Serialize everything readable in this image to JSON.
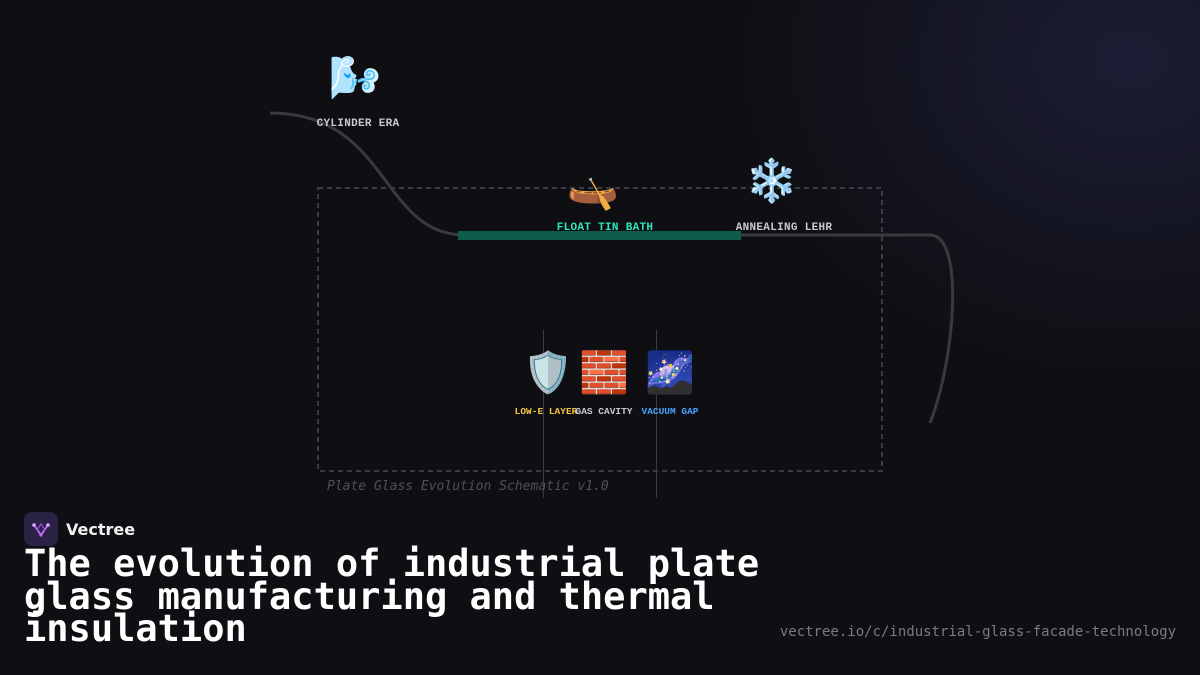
{
  "diagram": {
    "nodes": {
      "cylinder": {
        "icon": "wind-blowing-face-icon",
        "glyph": "🌬️",
        "label": "CYLINDER ERA",
        "color": "#c9c9cf"
      },
      "float": {
        "icon": "canoe-icon",
        "glyph": "🛶",
        "label": "FLOAT TIN BATH",
        "color": "#2ee6c0"
      },
      "lehr": {
        "icon": "snowflake-icon",
        "glyph": "❄️",
        "label": "ANNEALING LEHR",
        "color": "#c9c9cf"
      }
    },
    "layers": [
      {
        "icon": "shield-icon",
        "glyph": "🛡️",
        "label": "LOW-E LAYER",
        "color": "#f2c744"
      },
      {
        "icon": "brick-icon",
        "glyph": "🧱",
        "label": "GAS CAVITY",
        "color": "#c9c9cf"
      },
      {
        "icon": "milky-way-icon",
        "glyph": "🌌",
        "label": "VACUUM GAP",
        "color": "#4aa3ff"
      }
    ],
    "caption": "Plate Glass Evolution Schematic v1.0",
    "colors": {
      "path": "#3a3a3e",
      "float_bar": "#0d5c4c",
      "frame": "#4a4a52",
      "divider": "#3a3a40"
    }
  },
  "brand": {
    "name": "Vectree",
    "logo_icon": "vectree-logo-icon",
    "logo_color": "#c36bff"
  },
  "headline": "The evolution of industrial plate glass manufacturing and thermal insulation",
  "url": "vectree.io/c/industrial-glass-facade-technology"
}
